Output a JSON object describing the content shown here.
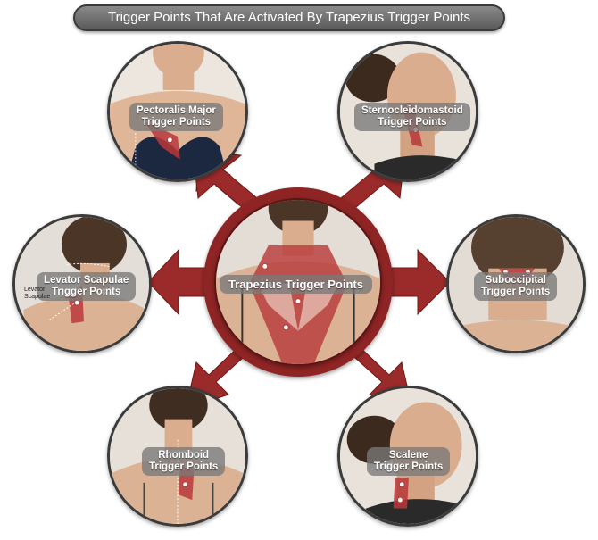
{
  "title": "Trigger Points That Are Activated By Trapezius Trigger Points",
  "center": {
    "label": "Trapezius Trigger Points"
  },
  "circles": {
    "pectoralis": {
      "line1": "Pectoralis Major",
      "line2": "Trigger Points"
    },
    "scm": {
      "line1": "Sternocleidomastoid",
      "line2": "Trigger Points"
    },
    "levator": {
      "line1": "Levator Scapulae",
      "line2": "Trigger Points",
      "side1": "Levator",
      "side2": "Scapulae"
    },
    "suboccipital": {
      "line1": "Suboccipital",
      "line2": "Trigger Points"
    },
    "rhomboid": {
      "line1": "Rhomboid",
      "line2": "Trigger Points"
    },
    "scalene": {
      "line1": "Scalene",
      "line2": "Trigger Points"
    }
  },
  "colors": {
    "arrow": "#9b2a2a",
    "ring": "#8e2424",
    "skin": "#e8c4a8",
    "hair": "#5a4030",
    "muscle": "#b8383a"
  },
  "icons": [
    "trigger-point-marker-icon",
    "direction-arrow-icon"
  ]
}
